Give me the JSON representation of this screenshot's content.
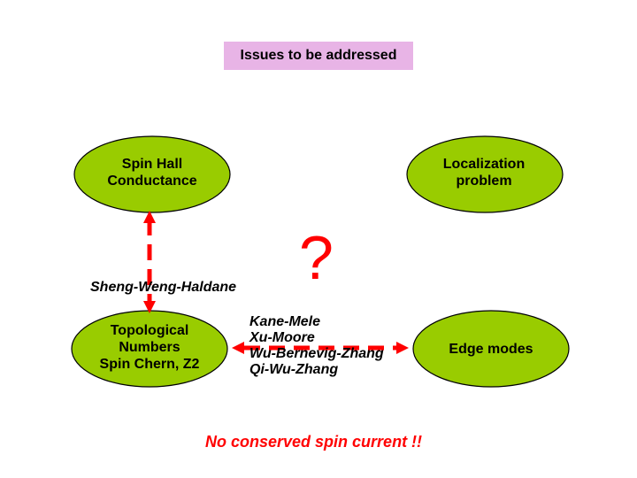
{
  "title": "Issues to be addressed",
  "nodes": {
    "spin_hall": {
      "lines": [
        "Spin Hall",
        "Conductance"
      ]
    },
    "localization": {
      "lines": [
        "Localization",
        "problem"
      ]
    },
    "topological": {
      "lines": [
        "Topological",
        "Numbers",
        "Spin Chern, Z2"
      ]
    },
    "edge_modes": {
      "lines": [
        "Edge modes"
      ]
    }
  },
  "labels": {
    "sheng_weng_haldane": "Sheng-Weng-Haldane",
    "models": [
      "Kane-Mele",
      "Xu-Moore",
      "Wu-Bernevig-Zhang",
      "Qi-Wu-Zhang"
    ]
  },
  "question_mark": "?",
  "footer": "No conserved spin current !!",
  "colors": {
    "node_fill": "#99cc00",
    "title_fill": "#e8b4e6",
    "arrow": "#ff0000",
    "footer_text": "#ff0000"
  }
}
